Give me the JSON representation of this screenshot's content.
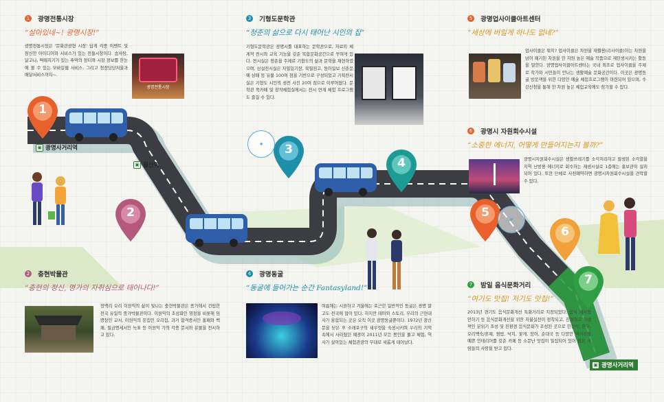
{
  "sections": {
    "s1": {
      "num": "1",
      "title": "광명전통시장",
      "quote": "“살아있네~! 광명시장!”",
      "body": "광명전통시장은 '문화관광형 시장' 답게 각종 이벤트 및 참신한 아이디어와 서비스가 있는 전통시장이다. 솜사탕, 달고나, 떡메치기가 있는 추억의 장터와 시장 정보를 한눈에 볼 수 있는 모바일웹 서비스, 그리고 정정당당저울과 배달서비스까지~.",
      "photo_text": "광명전통시장"
    },
    "s2": {
      "num": "3",
      "title": "기형도문학관",
      "quote": "“청춘의 삶으로 다시 태어난 시인의 집”",
      "body": "기형도문학관은 광명시를 대표하는 문학관으로, 자료의 체계적 전시와 교육 기능을 갖춘 복합문화공간으로 꾸며져 있다. 전시실은 청춘을 주제로 기형도의 삶과 문학을 재현하였으며, 상설전시실은 자필일기장, 육필원고, 동아일보 신춘문예 상패 등 유물 100여 점을 기반으로 구성되었고 기획전시실은 기형도 시인의 생전 사진 20여 점으로 이루어졌다. 문학관 북카페 및 창작체험실에서는 전시 연계 체험 프로그램도 즐길 수 있다."
    },
    "s3": {
      "num": "5",
      "title": "광명업사이클아트센터",
      "quote": "“세상에 버릴게 하나도 없네?”",
      "body": "업사이클은 뭐지? 업사이클은 자원을 재활용(리사이클)하는 차원을 넘어 폐기된 자원을 한 차원 높은 예술 작품으로 재탄생시키는 활동을 말한다. 광명업사이클아트센터는 국내 최초로 업사이클을 주제로 작가와 시민들이 만나는 생활예술 문화공간이다. 이곳은 광명동굴 방문객을 위한 다양한 예술 체험프로그램이 마련되어 있으며, 수강신청을 통해 한 차원 높은 체험교육에도 참가할 수 있다."
    },
    "s4": {
      "num": "6",
      "title": "광명시 자원회수시설",
      "quote": "“소중한 에너지, 어떻게 만들어지는지 볼까?”",
      "body": "광명시자원회수시설은 생활쓰레기를 소각처리하고 발생된 소각열을 지역 난방용 에너지로 회수하는 재생시설로 1층에는 홍보관이 설치되어 있다. 또한 단체로 사전예약하면 광명시자원회수시설을 견학할 수 있다."
    },
    "s5": {
      "num": "2",
      "title": "충현박물관",
      "quote": "“충현의 정신, 명가의 자취심으로 태어나다!”",
      "body": "청백리 오리 이원익의 삶이 빛나는 충현박물관은 종가에서 건립한 전국 유일의 종가박물관이다. 이원익의 초상화인 영정을 비롯해 임명장인 교서, 이원익의 문집인 오리집, 과거 합격증서인 홍패와 백패, 필금명세서인 녹표 등 이원익 가의 각종 문서와 유물을 전시하고 있다."
    },
    "s6": {
      "num": "4",
      "title": "광명동굴",
      "quote": "“동굴에 들어가는 순간 Fantasyland!”",
      "body": "여름에는 시원하고 겨울에는 포근한 일반적인 동굴은 광명 말고도 전국에 많이 있다. 하지만 테마와 스토리, 우리의 근현대사가 융합되는 곳은 오직 이곳 광명동굴뿐이다. 1972년 광산 문을 닫은 후 소래포구의 새우젓을 숙성시키며 우리의 기억 속에서 사라졌던 폐광이 2011년 모든 봉인을 풀고 체험, 역사가 살아있는 체험관광의 무대로 새롭게 태어났다."
    },
    "s7": {
      "num": "7",
      "title": "밤일 음식문화거리",
      "quote": "“여기도 맛집! 저기도 맛집!”",
      "body": "2013년 경기도 음식문화개선 특화거리로 지정되었다. 음식 재사용 안하기 등 음식문화개선을 위한 자율실천이 정착되고, 친절하고 위생적인 분위기 조성 및 친환경 음식문화가 조성된 곳으로 한정식, 한우, 오리백숙/훈제, 쌈밥, 낙지, 꽃게, 장어, 순대국 등 다양한 먹거리와 예쁜 인테리어를 갖춘 카페 등 소문난 맛집이 밀집되어 있어 많은 사람들의 사랑을 받고 있다."
    }
  },
  "stations": {
    "start": "광명사거리역",
    "mid": "철산역",
    "end": "광명사거리역"
  },
  "pins": [
    "1",
    "2",
    "3",
    "4",
    "5",
    "6",
    "7"
  ],
  "colors": {
    "orange": "#e8612c",
    "teal": "#1d8fa8",
    "road": "#3b3d42",
    "green": "#2f9e44"
  }
}
